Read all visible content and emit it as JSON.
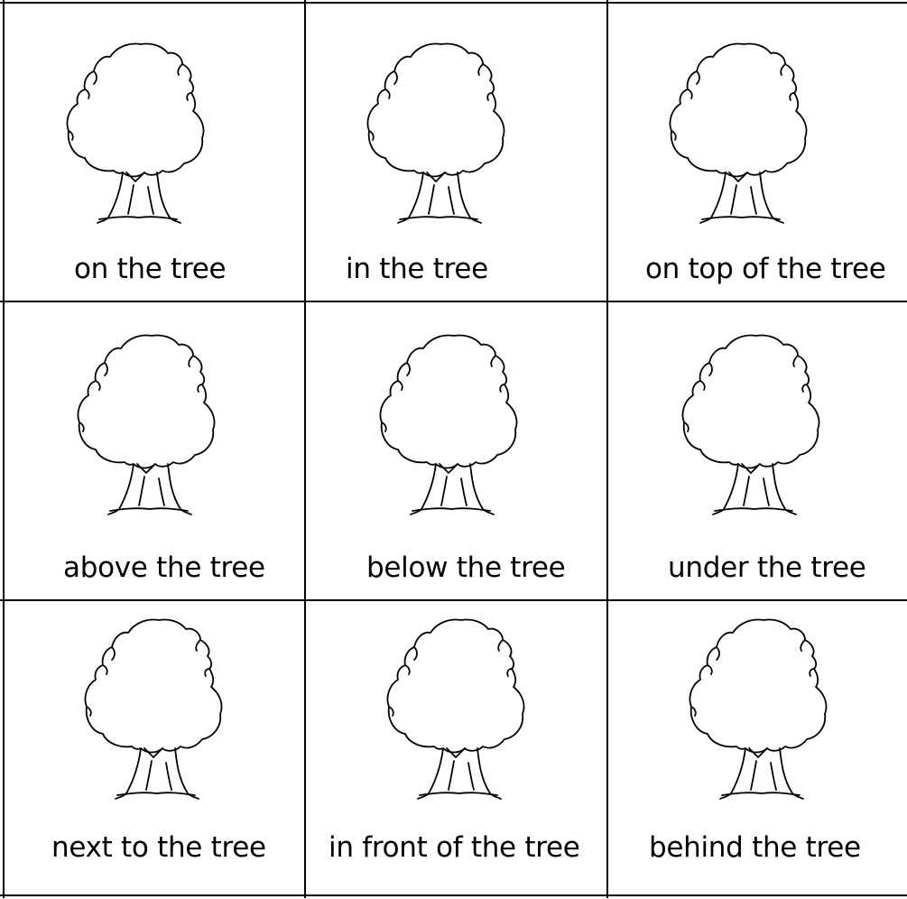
{
  "worksheet": {
    "cards": [
      {
        "label": "on the tree",
        "icon": "tree-icon"
      },
      {
        "label": "in the tree",
        "icon": "tree-icon"
      },
      {
        "label": "on top of the tree",
        "icon": "tree-icon"
      },
      {
        "label": "above the tree",
        "icon": "tree-icon"
      },
      {
        "label": "below the tree",
        "icon": "tree-icon"
      },
      {
        "label": "under the tree",
        "icon": "tree-icon"
      },
      {
        "label": "next to the tree",
        "icon": "tree-icon"
      },
      {
        "label": "in front of the tree",
        "icon": "tree-icon"
      },
      {
        "label": "behind the tree",
        "icon": "tree-icon"
      }
    ]
  },
  "colors": {
    "line": "#000000",
    "background": "#ffffff"
  }
}
